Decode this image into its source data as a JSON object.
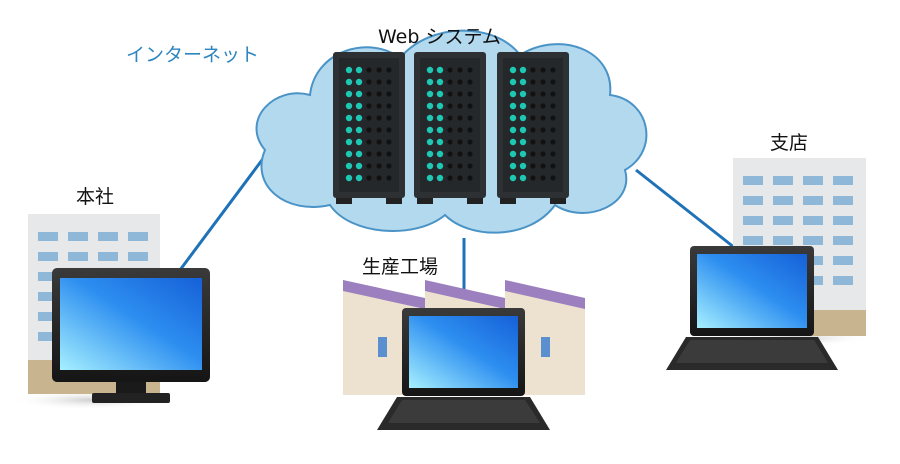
{
  "labels": {
    "internet": "インターネット",
    "web_system": "Web システム",
    "head_office": "本社",
    "factory": "生産工場",
    "branch": "支店"
  },
  "colors": {
    "internet_text": "#2e86c1",
    "cloud_fill": "#b3d9ef",
    "cloud_stroke": "#4a93c6",
    "link_line": "#1f72b8",
    "server_body": "#2d3134",
    "server_led": "#1ec8b4",
    "building_wall": "#e6e8ea",
    "building_window": "#8fb8d8",
    "factory_wall": "#ede2cf",
    "factory_roof": "#9b7fbf",
    "screen_glow": "#9fe3ff",
    "screen_deep": "#1a70e0"
  },
  "icons": [
    "cloud-icon",
    "server-rack-icon",
    "office-building-icon",
    "factory-icon",
    "desktop-monitor-icon",
    "laptop-icon"
  ]
}
